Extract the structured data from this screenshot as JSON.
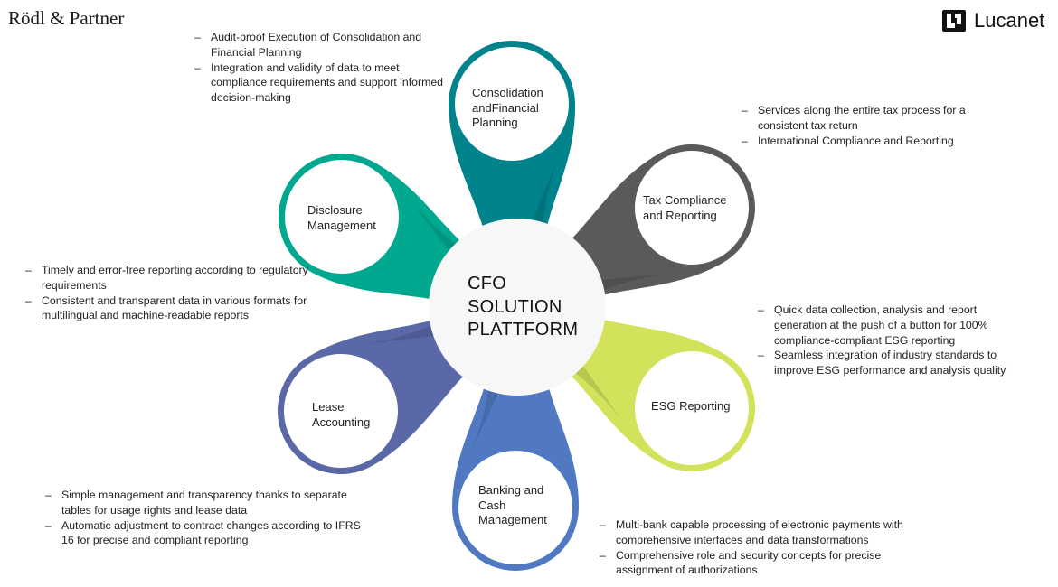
{
  "logos": {
    "left": "Rödl & Partner",
    "right": "Lucanet"
  },
  "center": {
    "lines": [
      "CFO",
      "SOLUTION",
      "PLATTFORM"
    ]
  },
  "colors": {
    "consolidation": "#00838b",
    "tax": "#5a5a5a",
    "esg": "#d2e25a",
    "banking": "#5079c2",
    "lease": "#5b68a8",
    "disclosure": "#00a890",
    "center": "#f7f7f7"
  },
  "petals": {
    "consolidation": {
      "label": "Consolidation andFinancial Planning",
      "bullets": [
        "Audit-proof Execution of Consolidation and Financial Planning",
        "Integration and validity of data to meet compliance requirements and support informed decision-making"
      ]
    },
    "tax": {
      "label": "Tax Compliance and Reporting",
      "bullets": [
        "Services along the entire tax process for a consistent tax return",
        "International Compliance and Reporting"
      ]
    },
    "esg": {
      "label": "ESG Reporting",
      "bullets": [
        "Quick data collection, analysis and report generation at the push of a button for 100% compliance-compliant ESG reporting",
        "Seamless integration of industry standards to improve ESG performance and analysis quality"
      ]
    },
    "banking": {
      "label": "Banking and Cash Management",
      "bullets": [
        "Multi-bank capable processing of electronic payments with comprehensive interfaces and data transformations",
        "Comprehensive role and security concepts for precise assignment of authorizations"
      ]
    },
    "lease": {
      "label": "Lease Accounting",
      "bullets": [
        "Simple management and transparency thanks to separate tables for usage rights and lease data",
        "Automatic adjustment to contract changes according to IFRS 16 for precise and compliant reporting"
      ]
    },
    "disclosure": {
      "label": "Disclosure Management",
      "bullets": [
        "Timely and error-free reporting according to regulatory requirements",
        "Consistent and transparent data in various formats for multilingual and machine-readable reports"
      ]
    }
  }
}
